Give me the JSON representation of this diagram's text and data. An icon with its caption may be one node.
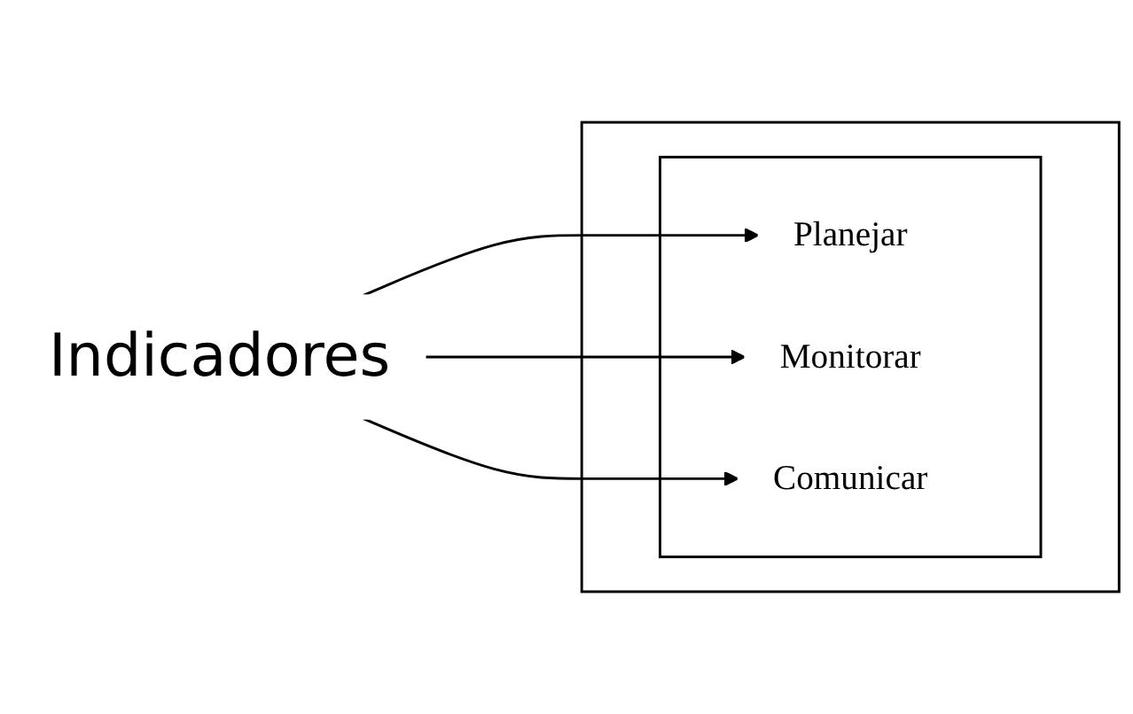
{
  "diagram": {
    "nodes": [
      {
        "text": [
          "Indicadores"
        ]
      },
      {
        "text": [],
        "shape": "box"
      },
      {
        "text": [],
        "shape": "box",
        "in": 1
      },
      {
        "text": [
          "Planejar"
        ],
        "in": 2
      },
      {
        "text": [
          "Monitorar"
        ],
        "in": 2
      },
      {
        "text": [
          "Comunicar"
        ],
        "in": 2
      }
    ],
    "edges": [
      {
        "from": 0,
        "to": 3,
        "arrow": "to"
      },
      {
        "from": 0,
        "to": 4,
        "arrow": "to"
      },
      {
        "from": 0,
        "to": 5,
        "arrow": "to"
      }
    ]
  }
}
